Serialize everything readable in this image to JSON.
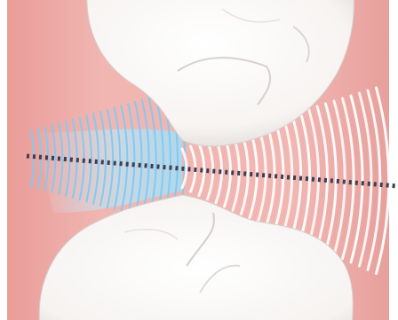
{
  "image": {
    "subject": "tooth-contact-illustration",
    "colors": {
      "background": "#ffffff",
      "gum": "#efaeaa",
      "gum_dark": "#e08f8b",
      "tooth": "#ffffff",
      "tooth_shade": "#e4dfdc",
      "blue_waves": "#8ccdf0",
      "blue_fill": "#bfe5f7",
      "white_waves": "#ffffff",
      "dotted_line": "#3c3f50"
    },
    "elements": [
      "upper-tooth",
      "lower-tooth",
      "blue-wave-lines",
      "white-wave-lines",
      "dotted-axis-line"
    ]
  }
}
